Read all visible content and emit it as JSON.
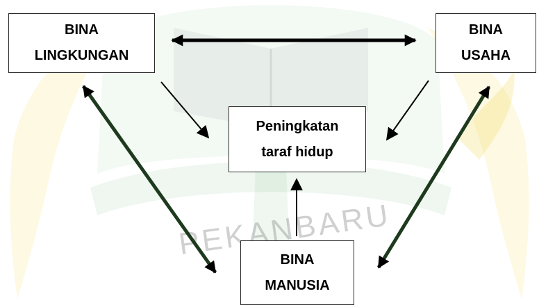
{
  "nodes": {
    "bina_lingkungan": "BINA\nLINGKUNGAN",
    "bina_usaha": "BINA\nUSAHA",
    "center": "Peningkatan\ntaraf hidup",
    "bina_manusia": "BINA\nMANUSIA"
  },
  "watermark": {
    "text": "PEKANBARU"
  },
  "colors": {
    "watermark_green": "#2e9a3a",
    "watermark_yellow": "#f2d23a",
    "arrow": "#000000",
    "arrow_dark_green": "#1e3a1e"
  }
}
